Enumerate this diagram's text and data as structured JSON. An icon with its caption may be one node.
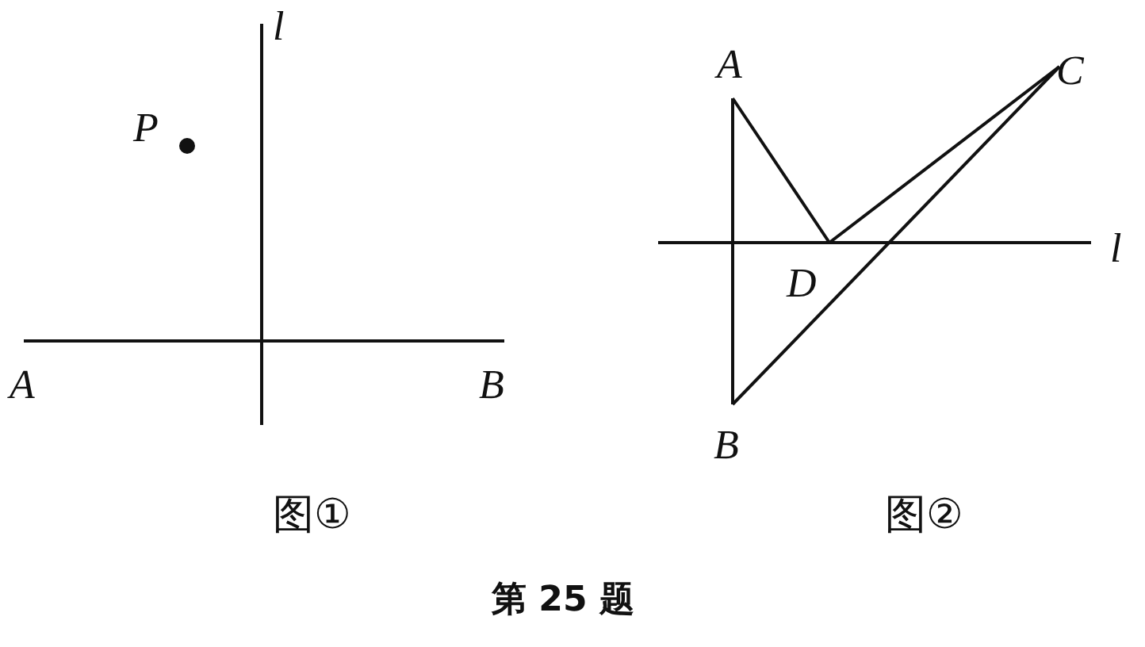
{
  "diagram": {
    "caption": "第 25 题",
    "labels": [
      "l",
      "P",
      "A",
      "B",
      "图①",
      "A",
      "C",
      "D",
      "l",
      "B",
      "图②"
    ]
  }
}
